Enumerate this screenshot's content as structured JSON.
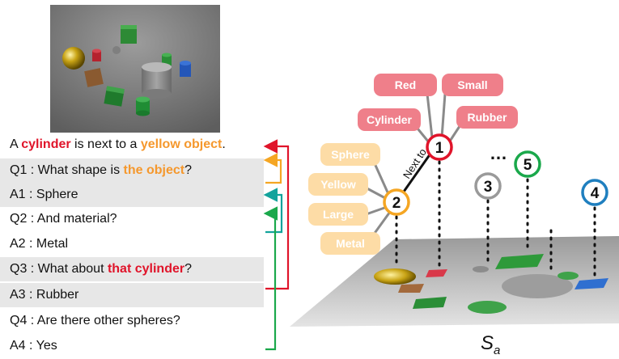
{
  "dialog": {
    "caption": {
      "pre": "A ",
      "obj1": "cylinder",
      "mid": " is next to a ",
      "obj2": "yellow object",
      "post": "."
    },
    "q1": {
      "pre": "Q1 : What shape is ",
      "hl": "the object",
      "post": "?"
    },
    "a1": "A1 : Sphere",
    "q2": "Q2 : And material?",
    "a2": "A2 : Metal",
    "q3": {
      "pre": "Q3 : What about ",
      "hl": "that cylinder",
      "post": "?"
    },
    "a3": "A3 : Rubber",
    "q4": "Q4 : Are there other spheres?",
    "a4": "A4 : Yes"
  },
  "graph": {
    "node1_label": "1",
    "node2_label": "2",
    "node3_label": "3",
    "node4_label": "4",
    "node5_label": "5",
    "ellipsis": "…",
    "edge_label": "Next to",
    "node1_attrs": [
      "Red",
      "Small",
      "Cylinder",
      "Rubber"
    ],
    "node2_attrs": [
      "Sphere",
      "Yellow",
      "Large",
      "Metal"
    ],
    "scene_label": "S",
    "scene_subscript": "a"
  },
  "colors": {
    "red": "#e0142a",
    "orange": "#f5a623",
    "green": "#1aa84b",
    "teal": "#13a39c",
    "grey": "#9a9a9a",
    "blue": "#1f7fbf",
    "pink_attr": "#ef7f8a",
    "yellow_attr": "#fddca6"
  }
}
